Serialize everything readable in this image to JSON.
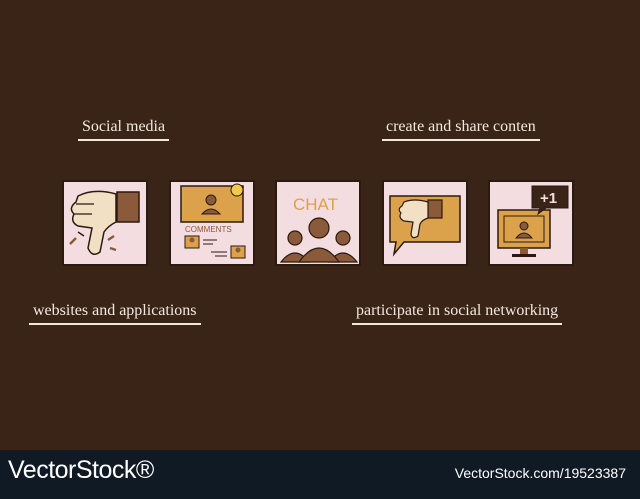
{
  "labels": {
    "top_left": "Social media",
    "top_right": "create and share conten",
    "bottom_left": "websites and applications",
    "bottom_right": "participate in social networking"
  },
  "tiles": {
    "comments_text": "COMMENTS",
    "chat_text": "CHAT",
    "plus_one_text": "+1"
  },
  "footer": {
    "brand": "VectorStock®",
    "image_id": "VectorStock.com/19523387"
  },
  "colors": {
    "background": "#3a2418",
    "tile": "#f4dde0",
    "orange": "#dca24b",
    "brown": "#8a5a3a",
    "footer": "#101a25"
  }
}
